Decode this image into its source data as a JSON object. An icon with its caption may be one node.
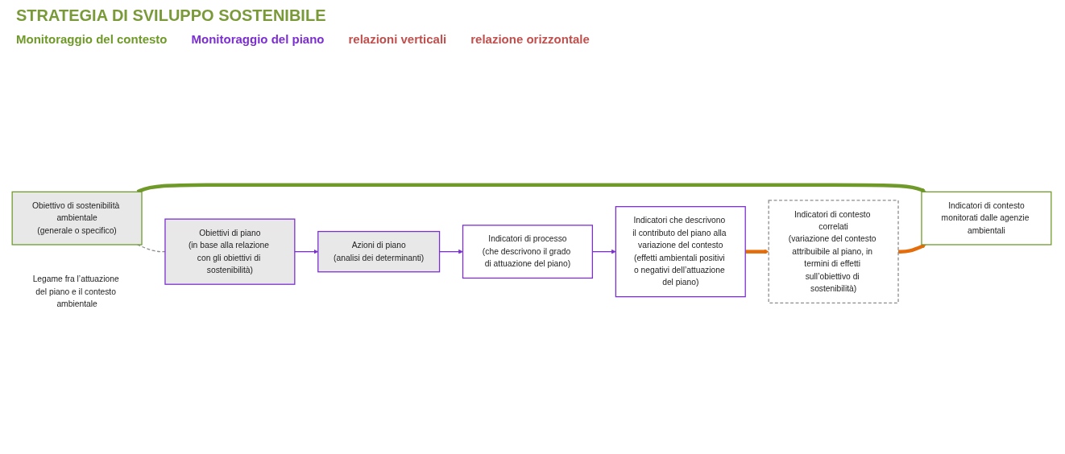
{
  "diagram": {
    "title": "STRATEGIA DI SVILUPPO SOSTENIBILE",
    "nodes": [
      {
        "text": [
          "Obiettivo di sostenibilità ambientale",
          "(generale o specifico)"
        ]
      },
      {
        "text": [
          "Indicatori di contesto",
          "monitorati dalle agenzie ambientali"
        ]
      },
      {
        "text": [
          "Obiettivi di piano",
          "(in base alla relazione con gli obiettivi di sostenibilità)"
        ]
      },
      {
        "text": [
          "Azioni di piano",
          "(analisi dei determinanti)"
        ]
      },
      {
        "text": [
          "Indicatori di processo",
          "(che descrivono il grado di attuazione del piano)"
        ]
      },
      {
        "text": [
          "Indicatori che descrivono il contributo del piano alla variazione del contesto",
          "(effetti ambientali positivi o negativi dell’attuazione del piano)"
        ]
      },
      {
        "text": [
          "Indicatori di contesto correlati",
          "(variazione del contesto attribuibile al piano, in termini di effetti sull’obiettivo di sostenibilità)"
        ]
      },
      {
        "text": [
          "Legame fra l’attuazione del piano e il contesto ambientale"
        ]
      }
    ],
    "edges": [
      {
        "from": 0,
        "to": 1,
        "arrow": "to",
        "style": "thick",
        "color": "#6f9a2a"
      },
      {
        "from": 0,
        "to": 2,
        "arrow": "none",
        "style": "dashed",
        "color": "#8c8c8c"
      },
      {
        "from": 2,
        "to": 3,
        "arrow": "to"
      },
      {
        "from": 3,
        "to": 4,
        "arrow": "to"
      },
      {
        "from": 4,
        "to": 5,
        "arrow": "to"
      },
      {
        "from": 5,
        "to": 6,
        "arrow": "to",
        "style": "thick",
        "color": "#e46c0a"
      },
      {
        "from": 6,
        "to": 1,
        "arrow": "to",
        "style": "thick",
        "color": "#e46c0a"
      }
    ],
    "labels": [
      "Monitoraggio del contesto",
      "Monitoraggio del piano",
      "relazioni verticali",
      "relazione orizzontale"
    ]
  }
}
